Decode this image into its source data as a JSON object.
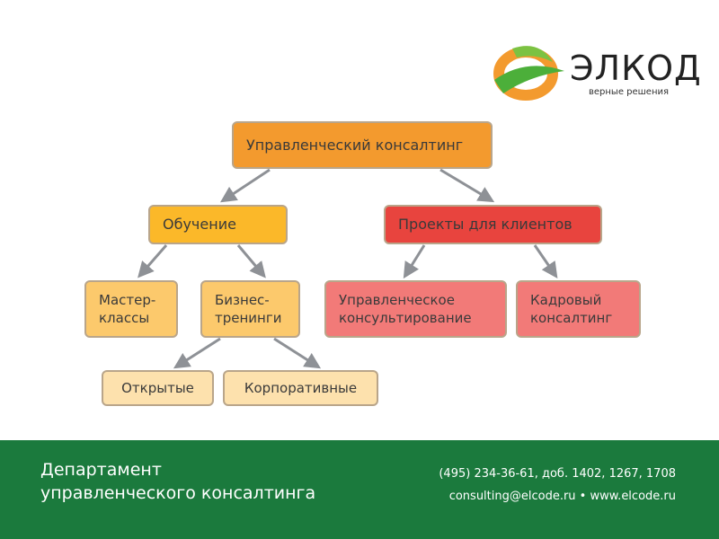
{
  "logo": {
    "name": "ЭЛКОД",
    "tagline": "верные решения"
  },
  "diagram": {
    "root": "Управленческий консалтинг",
    "training": "Обучение",
    "projects": "Проекты для клиентов",
    "master_1": "Мастер-",
    "master_2": "классы",
    "business_1": "Бизнес-",
    "business_2": "тренинги",
    "mgmt_1": "Управленческое",
    "mgmt_2": "консультирование",
    "hr_1": "Кадровый",
    "hr_2": "консалтинг",
    "open": "Открытые",
    "corporate": "Корпоративные"
  },
  "footer": {
    "title_1": "Департамент",
    "title_2": "управленческого консалтинга",
    "phone": "(495) 234-36-61, доб. 1402, 1267, 1708",
    "contacts": "consulting@elcode.ru • www.elcode.ru"
  },
  "colors": {
    "root": "#f39a2e",
    "level2a": "#fbb829",
    "level2b": "#e8443e",
    "level3a": "#fcc96c",
    "level3b": "#f27a78",
    "level4": "#fde1ad",
    "footer": "#1b7a3d",
    "arrow": "#8e9196"
  }
}
